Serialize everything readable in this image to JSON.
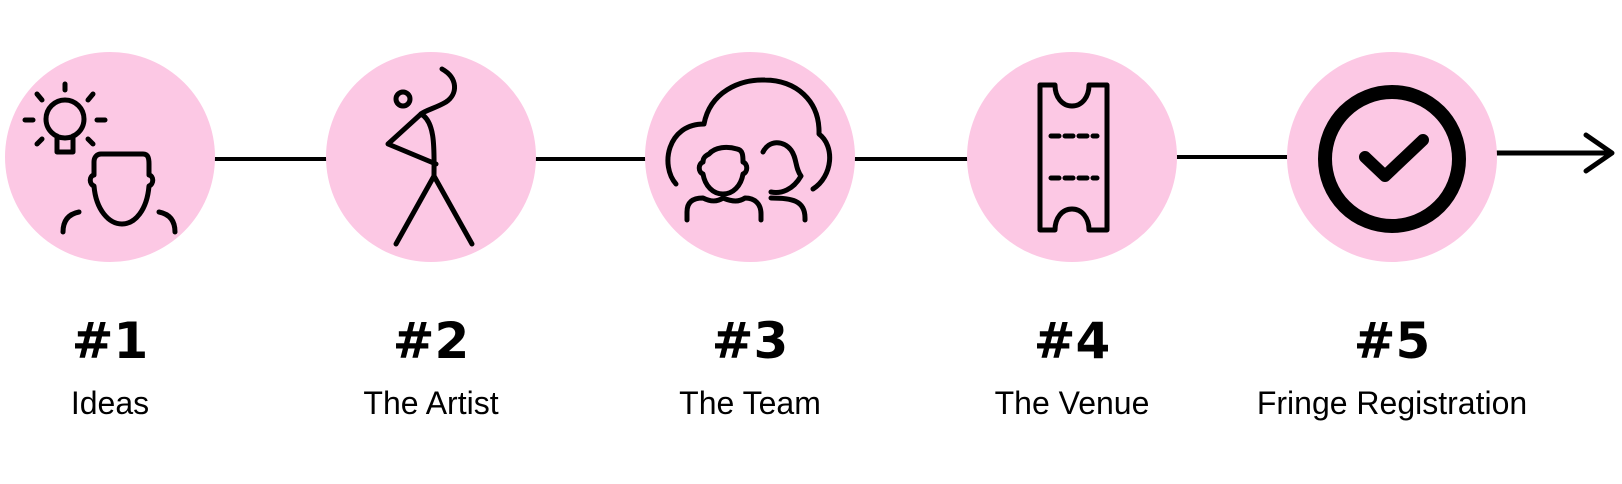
{
  "colors": {
    "circle_fill": "#fcc8e4",
    "line": "#000000"
  },
  "steps": [
    {
      "number": "#1",
      "label": "Ideas",
      "icon": "lightbulb-person-icon"
    },
    {
      "number": "#2",
      "label": "The Artist",
      "icon": "dancer-icon"
    },
    {
      "number": "#3",
      "label": "The Team",
      "icon": "team-icon"
    },
    {
      "number": "#4",
      "label": "The Venue",
      "icon": "ticket-icon"
    },
    {
      "number": "#5",
      "label": "Fringe Registration",
      "icon": "checkmark-circle-icon"
    }
  ]
}
